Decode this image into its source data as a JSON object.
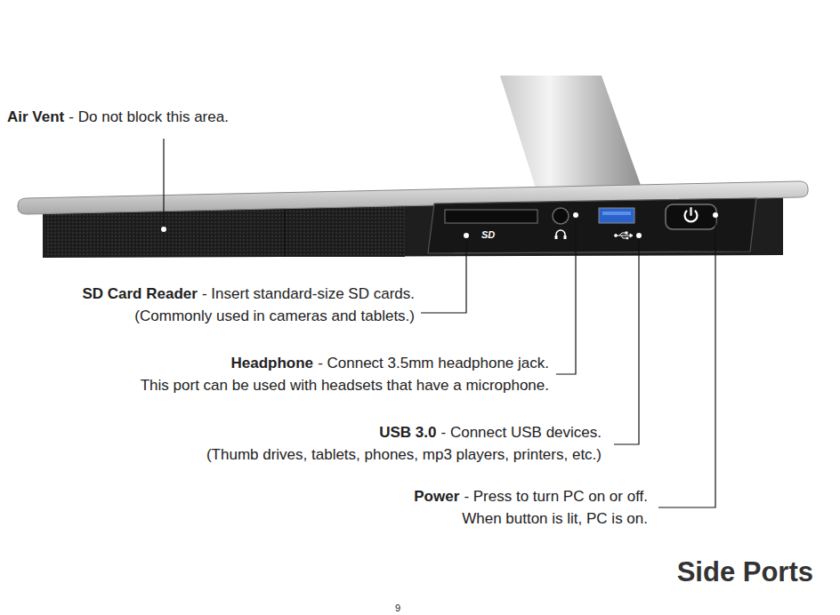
{
  "diagram": {
    "title": "Side Ports",
    "labels": [
      "Air Vent",
      "- Do not block this area.",
      "SD Card Reader",
      "- Insert standard-size SD cards.",
      "(Commonly used in cameras and tablets.)",
      "Headphone",
      "- Connect 3.5mm headphone jack.",
      "This port can be used with headsets that have a microphone.",
      "USB 3.0",
      "- Connect USB devices.",
      "(Thumb drives, tablets, phones, mp3 players, printers, etc.)",
      "Power",
      "- Press to turn PC on or off.",
      "When button is lit, PC is on.",
      "SD",
      "9"
    ]
  }
}
